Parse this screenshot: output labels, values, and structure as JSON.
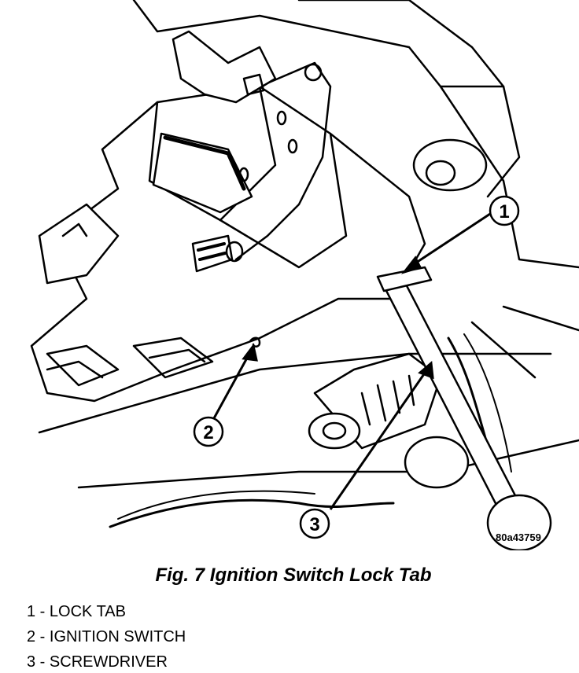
{
  "figure": {
    "reference_code": "80a43759",
    "title": "Fig. 7 Ignition Switch Lock Tab"
  },
  "callouts": [
    {
      "number": "1",
      "label": "LOCK TAB"
    },
    {
      "number": "2",
      "label": "IGNITION SWITCH"
    },
    {
      "number": "3",
      "label": "SCREWDRIVER"
    }
  ],
  "legend": [
    {
      "number": "1",
      "separator": " - ",
      "label": "LOCK TAB"
    },
    {
      "number": "2",
      "separator": " - ",
      "label": "IGNITION SWITCH"
    },
    {
      "number": "3",
      "separator": " - ",
      "label": "SCREWDRIVER"
    }
  ]
}
